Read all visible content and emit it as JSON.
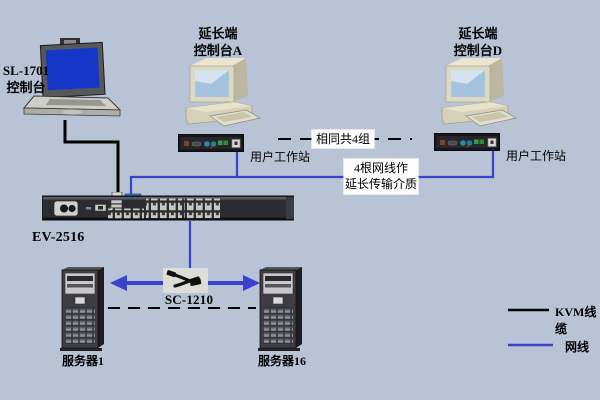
{
  "canvas": {
    "bg": "#b8c4d5"
  },
  "colors": {
    "kvm_cable": "#000000",
    "net_cable": "#3a41cd"
  },
  "nodes": {
    "console_local": {
      "model": "SL-1701",
      "label": "控制台"
    },
    "console_a": {
      "title_line1": "延长端",
      "title_line2": "控制台A",
      "station_label": "用户工作站"
    },
    "console_d": {
      "title_line1": "延长端",
      "title_line2": "控制台D",
      "station_label": "用户工作站"
    },
    "switch": {
      "model": "EV-2516"
    },
    "adapter": {
      "model": "SC-1210"
    },
    "server_left": {
      "label": "服务器1"
    },
    "server_right": {
      "label": "服务器16"
    }
  },
  "annotations": {
    "same_groups_note": "相同共4组",
    "cable_note_line1": "4根网线作",
    "cable_note_line2": "延长传输介质"
  },
  "legend": {
    "kvm_label": "KVM线缆",
    "net_label": "网线"
  }
}
